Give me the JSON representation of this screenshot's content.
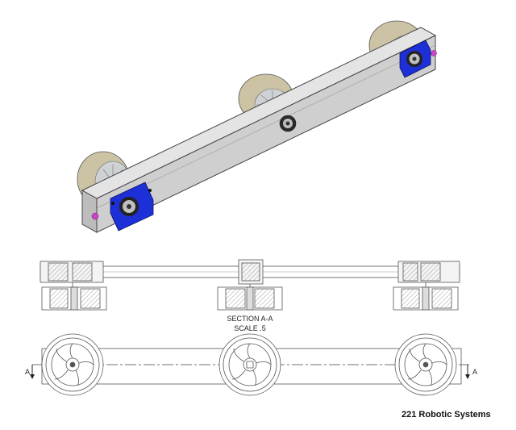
{
  "drawing": {
    "section_label": "SECTION A-A",
    "scale_label": "SCALE .5",
    "cut_marker_left": "A",
    "cut_marker_right": "A",
    "company": "221 Robotic Systems"
  },
  "colors": {
    "frame": "#c9c9c9",
    "tread": "#cbc3a4",
    "hub": "#cfd2d4",
    "bearing_block": "#1d2fd6",
    "pin": "#cc44cc",
    "line": "#555555",
    "hatch": "#8a8a8a"
  }
}
